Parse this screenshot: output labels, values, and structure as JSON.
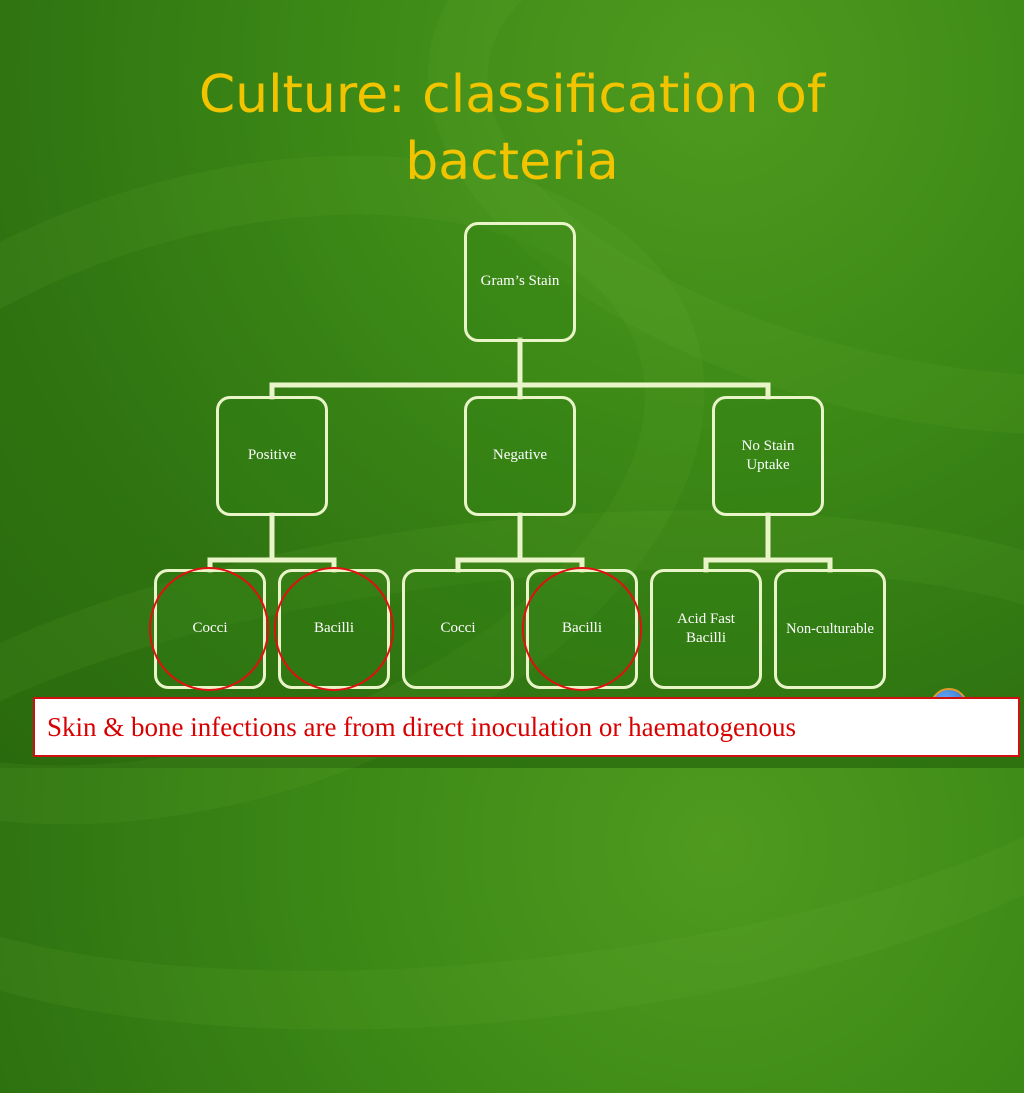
{
  "slide": {
    "title_line1": "Culture: classification of",
    "title_line2": "bacteria"
  },
  "diagram": {
    "root": "Gram’s Stain",
    "level2": [
      "Positive",
      "Negative",
      "No Stain Uptake"
    ],
    "positive_children": [
      "Cocci",
      "Bacilli"
    ],
    "negative_children": [
      "Cocci",
      "Bacilli"
    ],
    "nostain_children": [
      "Acid Fast Bacilli",
      "Non-culturable"
    ],
    "highlighted": [
      "Positive › Cocci",
      "Positive › Bacilli",
      "Negative › Bacilli"
    ]
  },
  "callout": {
    "text": "Skin & bone infections are from direct inoculation or haematogenous"
  },
  "colors": {
    "title": "#f2c400",
    "connector": "#e9f4c8",
    "highlight_ring": "#e01010",
    "callout_text": "#d80000"
  }
}
